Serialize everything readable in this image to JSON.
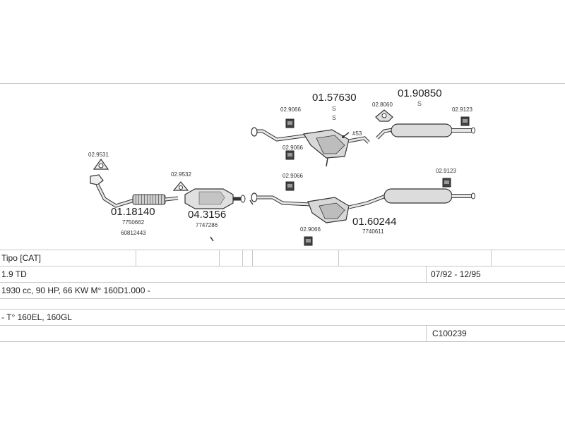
{
  "parts": {
    "p01_57630": "01.57630",
    "p01_90850": "01.90850",
    "p01_18140": "01.18140",
    "p04_3156": "04.3156",
    "p01_60244": "01.60244",
    "s1": "S",
    "s2": "S",
    "s3": "S",
    "oem_7750662": "7750662",
    "oem_60812443": "60812443",
    "oem_7747286": "7747286",
    "oem_7740611": "7740611",
    "c_02_9066_a": "02.9066",
    "c_02_9066_b": "02.9066",
    "c_02_9066_c": "02.9066",
    "c_02_9066_d": "02.9066",
    "c_02_8060": "02.8060",
    "c_02_9123_a": "02.9123",
    "c_02_9123_b": "02.9123",
    "c_02_9531": "02.9531",
    "c_02_9532": "02.9532",
    "bolt_53": "#53"
  },
  "table": {
    "model": "Tipo  [CAT]",
    "engine": "1.9 TD",
    "years": "07/92 - 12/95",
    "spec": "1930 cc, 90 HP, 66 KW M° 160D1.000 -",
    "versions": "- T° 160EL, 160GL",
    "code": "C100239"
  },
  "colors": {
    "line": "#c8c8c8",
    "part_fill": "#dcdcdc",
    "part_stroke": "#333333"
  }
}
